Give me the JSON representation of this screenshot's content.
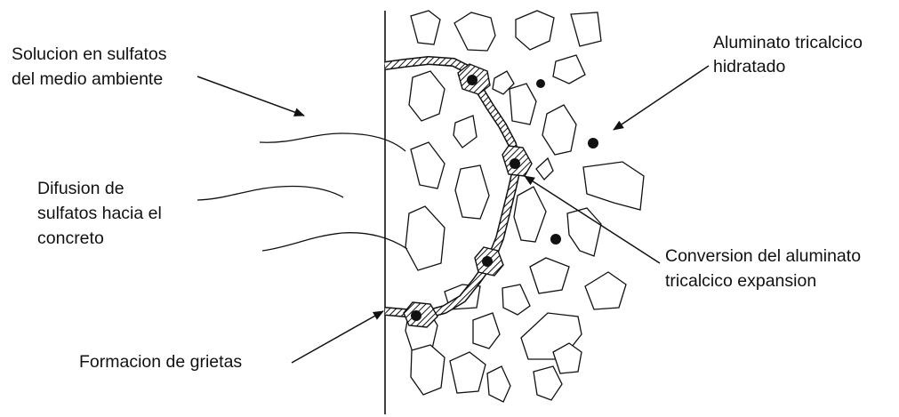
{
  "diagram": {
    "labels": {
      "solution_line1": "Solucion en sulfatos",
      "solution_line2": "del medio ambiente",
      "diffusion_line1": "Difusion de",
      "diffusion_line2": "sulfatos hacia el",
      "diffusion_line3": "concreto",
      "cracks": "Formacion de grietas",
      "aluminate_line1": "Aluminato tricalcico",
      "aluminate_line2": "hidratado",
      "conversion_line1": "Conversion del aluminato",
      "conversion_line2": "tricalcico expansion"
    },
    "colors": {
      "ink": "#111111",
      "background": "#ffffff"
    }
  }
}
